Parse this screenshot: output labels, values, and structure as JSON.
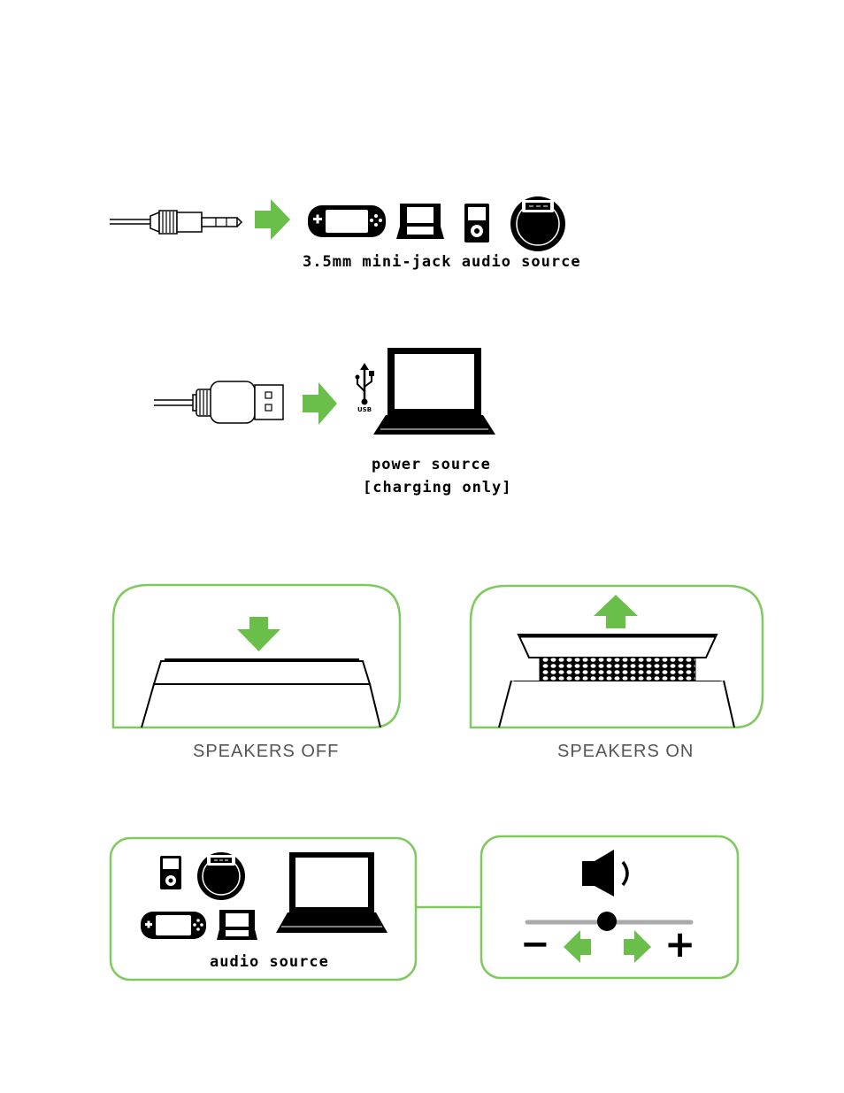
{
  "colors": {
    "accent_green": "#6abf4b",
    "frame_green": "#7fc95f",
    "icon_black": "#000000",
    "caption_gray": "#555555",
    "slider_gray": "#aaaaaa"
  },
  "section_audio_jack": {
    "caption": "3.5mm mini-jack audio source",
    "icons": [
      "audio-jack-plug-icon",
      "arrow-right-icon",
      "handheld-console-icon",
      "dual-screen-console-icon",
      "media-player-icon",
      "phone-icon"
    ]
  },
  "section_usb": {
    "usb_label": "USB",
    "caption_line1": "power source",
    "caption_line2": "[charging only]",
    "icons": [
      "usb-plug-icon",
      "arrow-right-icon",
      "usb-symbol-icon",
      "laptop-icon"
    ]
  },
  "section_speakers": {
    "off_label": "SPEAKERS OFF",
    "on_label": "SPEAKERS ON",
    "icons": [
      "arrow-down-icon",
      "arrow-up-icon",
      "speaker-closed-icon",
      "speaker-open-icon"
    ]
  },
  "section_volume": {
    "source_caption": "audio source",
    "minus_symbol": "−",
    "plus_symbol": "+",
    "icons": [
      "media-player-icon",
      "phone-icon",
      "handheld-console-icon",
      "dual-screen-console-icon",
      "laptop-icon",
      "speaker-volume-icon",
      "arrow-left-icon",
      "arrow-right-icon"
    ]
  }
}
